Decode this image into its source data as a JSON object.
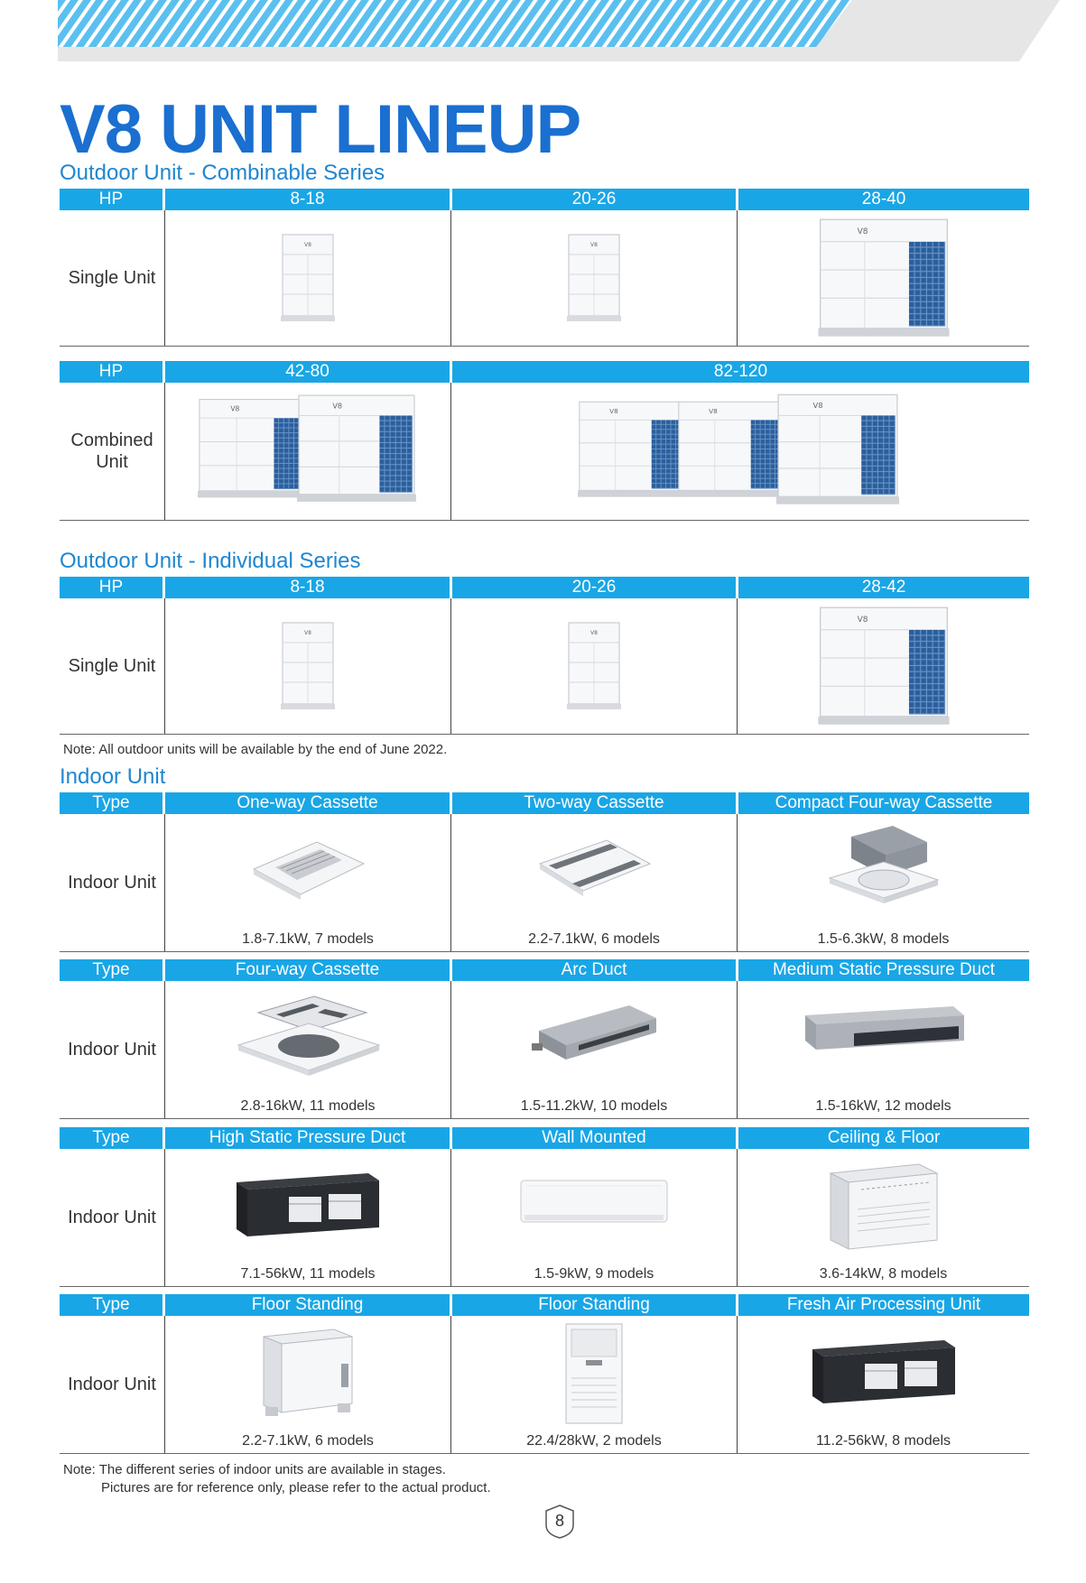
{
  "colors": {
    "accent": "#19a6e6",
    "title": "#1a6fd0",
    "section": "#1f86d0"
  },
  "title": "V8 UNIT LINEUP",
  "combinable": {
    "section_title": "Outdoor Unit - Combinable Series",
    "row1": {
      "headers": [
        "HP",
        "8-18",
        "20-26",
        "28-40"
      ],
      "label": "Single Unit"
    },
    "row2": {
      "headers": [
        "HP",
        "42-80",
        "82-120"
      ],
      "label_line1": "Combined",
      "label_line2": "Unit"
    }
  },
  "individual": {
    "section_title": "Outdoor Unit - Individual Series",
    "headers": [
      "HP",
      "8-18",
      "20-26",
      "28-42"
    ],
    "label": "Single Unit",
    "note": "Note: All outdoor units will be available by the end of June 2022."
  },
  "indoor": {
    "section_title": "Indoor Unit",
    "type_label": "Type",
    "row_label": "Indoor Unit",
    "rows": [
      {
        "types": [
          "One-way Cassette",
          "Two-way Cassette",
          "Compact Four-way Cassette"
        ],
        "specs": [
          "1.8-7.1kW, 7 models",
          "2.2-7.1kW, 6 models",
          "1.5-6.3kW, 8 models"
        ]
      },
      {
        "types": [
          "Four-way Cassette",
          "Arc Duct",
          "Medium Static Pressure Duct"
        ],
        "specs": [
          "2.8-16kW, 11 models",
          "1.5-11.2kW, 10 models",
          "1.5-16kW, 12 models"
        ]
      },
      {
        "types": [
          "High Static Pressure Duct",
          "Wall Mounted",
          "Ceiling & Floor"
        ],
        "specs": [
          "7.1-56kW, 11 models",
          "1.5-9kW, 9 models",
          "3.6-14kW, 8 models"
        ]
      },
      {
        "types": [
          "Floor Standing",
          "Floor Standing",
          "Fresh Air Processing Unit"
        ],
        "specs": [
          "2.2-7.1kW, 6 models",
          "22.4/28kW, 2 models",
          "11.2-56kW, 8 models"
        ]
      }
    ],
    "note_line1": "Note: The different series of indoor units are available in stages.",
    "note_line2": "Pictures are for reference only, please refer to the actual product."
  },
  "unit_badge": "V8",
  "page_number": "8"
}
